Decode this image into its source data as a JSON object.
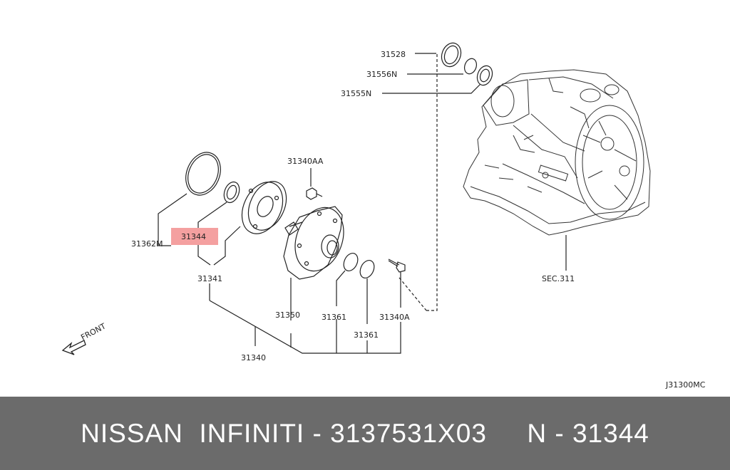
{
  "diagram": {
    "labels": {
      "p31528": "31528",
      "p31556N": "31556N",
      "p31555N": "31555N",
      "p31340AA": "31340AA",
      "p31362M": "31362M",
      "p31344": "31344",
      "p31341": "31341",
      "p31350": "31350",
      "p31361a": "31361",
      "p31340A": "31340A",
      "p31361b": "31361",
      "p31340": "31340",
      "sec311": "SEC.311",
      "front": "FRONT",
      "code": "J31300MC"
    },
    "highlight_color": "#f4a0a0"
  },
  "caption": {
    "text": "NISSAN  INFINITI - 3137531X03     N - 31344"
  }
}
